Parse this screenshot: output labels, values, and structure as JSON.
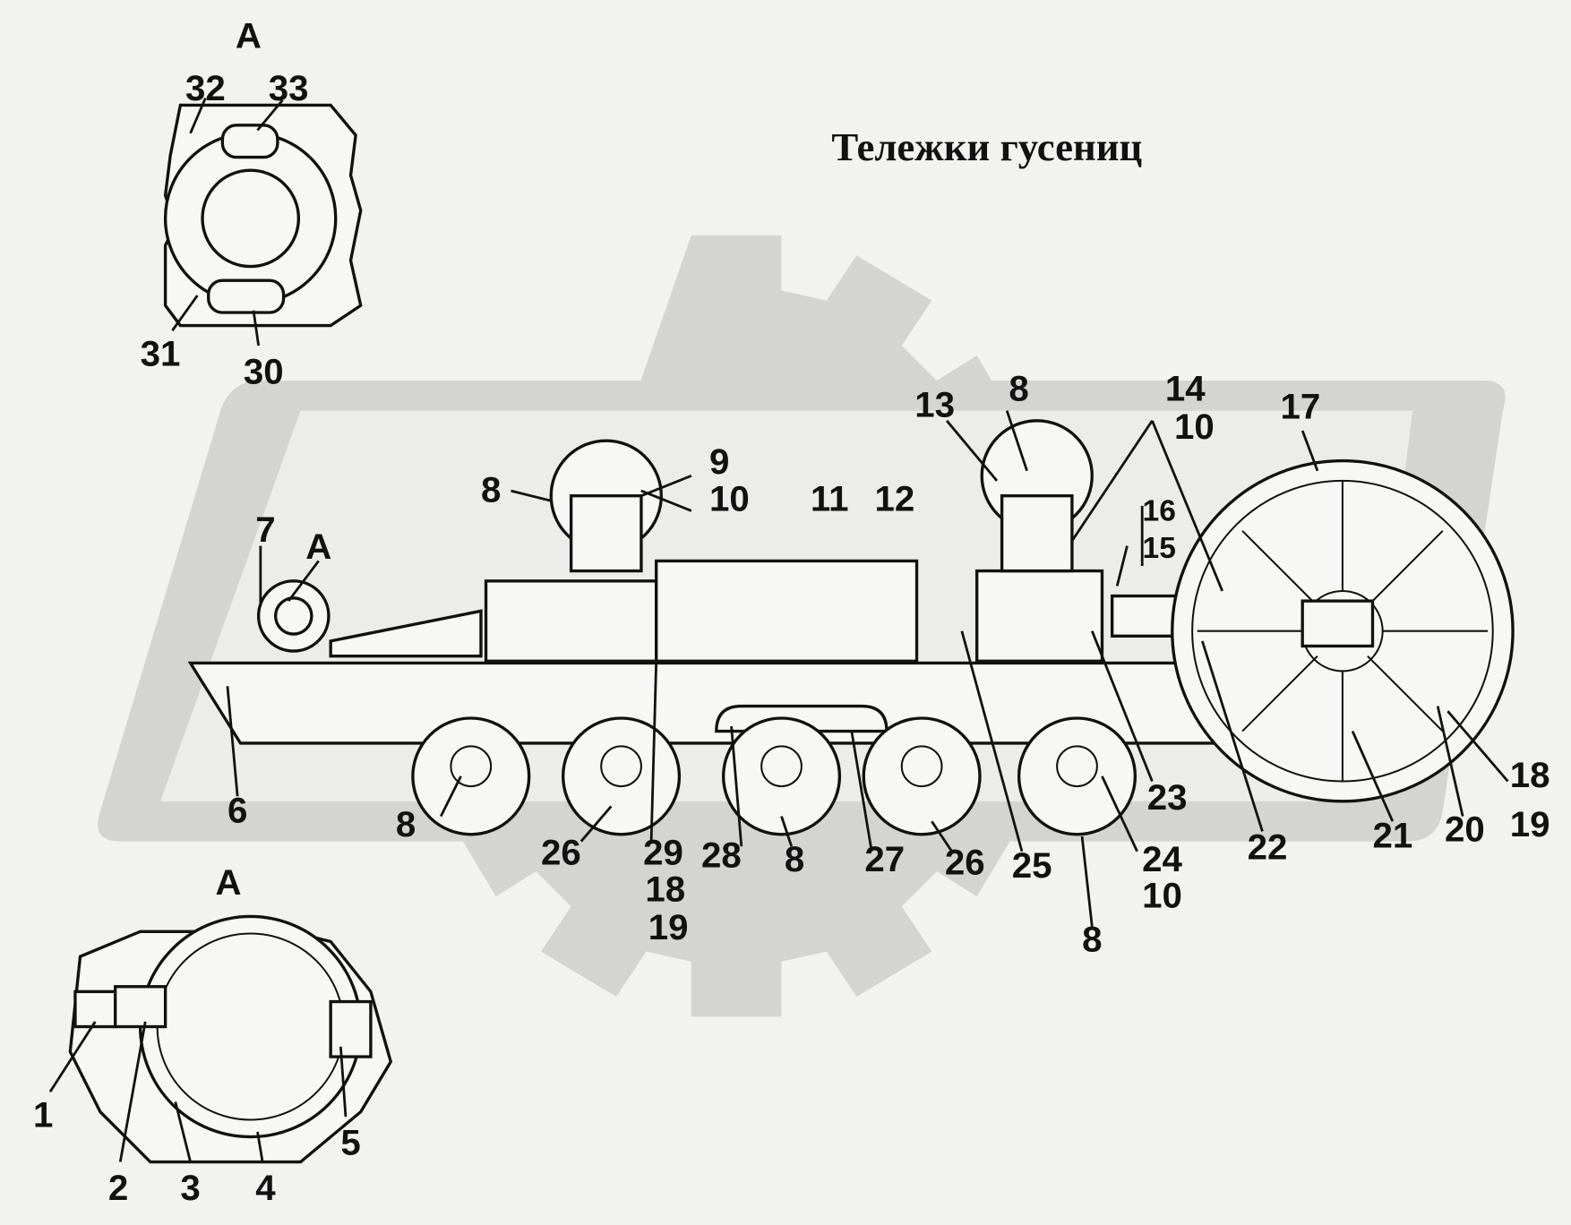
{
  "title": "Тележки гусениц",
  "detail_top": {
    "view": "А",
    "labels": [
      "32",
      "33",
      "31",
      "30"
    ]
  },
  "main_labels": [
    "8",
    "13",
    "14",
    "10",
    "17",
    "9",
    "10",
    "8",
    "11",
    "12",
    "16",
    "15",
    "7",
    "А",
    "6",
    "8",
    "26",
    "29",
    "18",
    "19",
    "28",
    "8",
    "27",
    "26",
    "25",
    "23",
    "24",
    "10",
    "8",
    "22",
    "21",
    "20",
    "18",
    "19"
  ],
  "detail_bottom": {
    "view": "А",
    "labels": [
      "1",
      "2",
      "3",
      "4",
      "5"
    ]
  },
  "colors": {
    "line": "#111111",
    "background": "#f2f2f0",
    "watermark": "#d4d4d2"
  }
}
